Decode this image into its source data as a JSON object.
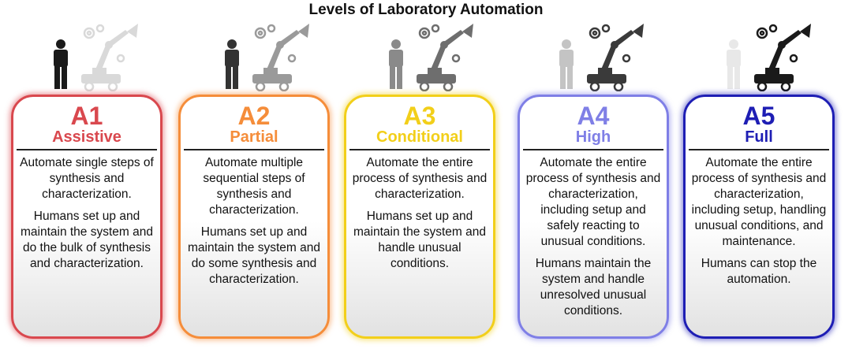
{
  "title": "Levels of Laboratory Automation",
  "levels": [
    {
      "code": "A1",
      "name": "Assistive",
      "color": "#d9484e",
      "human_color": "#1a1a1a",
      "robot_color": "#d9d9d9",
      "text1": "Automate single steps of synthesis and characterization.",
      "text2": "Humans set up and maintain the system and do the bulk of synthesis and characterization."
    },
    {
      "code": "A2",
      "name": "Partial",
      "color": "#f58d3a",
      "human_color": "#333333",
      "robot_color": "#9a9a9a",
      "text1": "Automate multiple sequential steps of synthesis and characterization.",
      "text2": "Humans set up and maintain the system and do some synthesis and characterization."
    },
    {
      "code": "A3",
      "name": "Conditional",
      "color": "#f2cf1a",
      "human_color": "#8a8a8a",
      "robot_color": "#6e6e6e",
      "text1": "Automate the entire process of synthesis and characterization.",
      "text2": "Humans set up and maintain the system and handle unusual conditions."
    },
    {
      "code": "A4",
      "name": "High",
      "color": "#7f7fe6",
      "human_color": "#c4c4c4",
      "robot_color": "#3a3a3a",
      "text1": "Automate the entire process of synthesis and characterization, including setup and safely reacting to unusual conditions.",
      "text2": "Humans maintain the system and handle unresolved unusual conditions."
    },
    {
      "code": "A5",
      "name": "Full",
      "color": "#1e1eb4",
      "human_color": "#e8e8e8",
      "robot_color": "#1a1a1a",
      "text1": "Automate the entire process of synthesis and characterization, including setup, handling unusual conditions, and maintenance.",
      "text2": "Humans can stop the automation."
    }
  ]
}
